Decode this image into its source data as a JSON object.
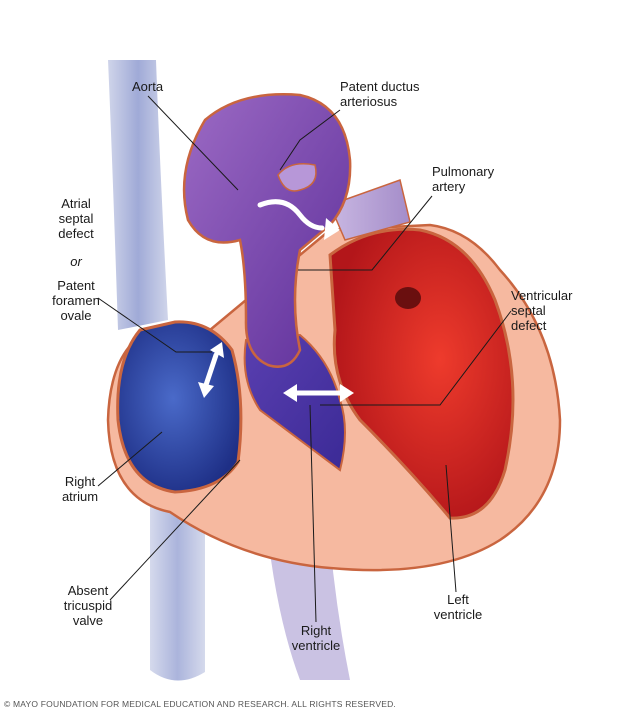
{
  "labels": {
    "aorta": "Aorta",
    "patent_ductus_1": "Patent ductus",
    "patent_ductus_2": "arteriosus",
    "pulmonary_1": "Pulmonary",
    "pulmonary_2": "artery",
    "atrial_1": "Atrial",
    "atrial_2": "septal",
    "atrial_3": "defect",
    "or": "or",
    "patent_foramen_1": "Patent",
    "patent_foramen_2": "foramen",
    "patent_foramen_3": "ovale",
    "ventricular_1": "Ventricular",
    "ventricular_2": "septal",
    "ventricular_3": "defect",
    "right_atrium_1": "Right",
    "right_atrium_2": "atrium",
    "absent_1": "Absent",
    "absent_2": "tricuspid",
    "absent_3": "valve",
    "right_ventricle_1": "Right",
    "right_ventricle_2": "ventricle",
    "left_ventricle_1": "Left",
    "left_ventricle_2": "ventricle"
  },
  "copyright": "© MAYO FOUNDATION FOR MEDICAL EDUCATION AND RESEARCH. ALL RIGHTS RESERVED.",
  "colors": {
    "oxygen_poor": "#3b4fa8",
    "oxygen_rich": "#d92a22",
    "mixed": "#7a46a8",
    "tissue": "#f6b9a0",
    "outline": "#c9653f"
  }
}
